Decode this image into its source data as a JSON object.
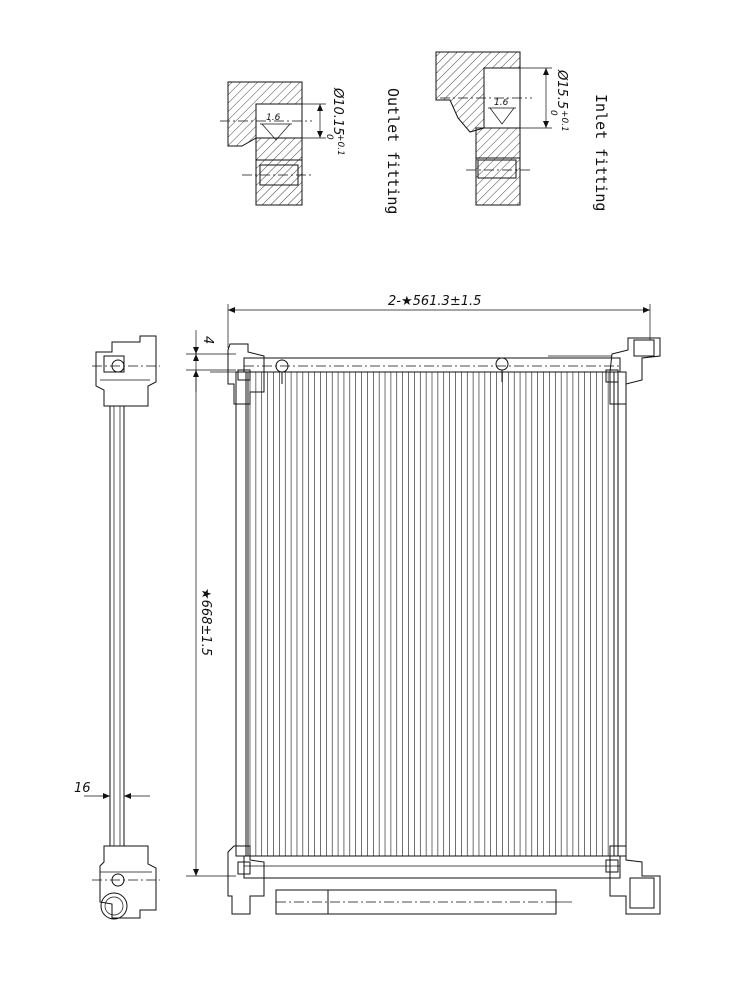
{
  "details": {
    "outlet": {
      "label": "Outlet fitting",
      "diameter": "Ø10.15",
      "tol_plus": "+0.1",
      "tol_minus": "0",
      "roughness": "1.6"
    },
    "inlet": {
      "label": "Inlet fitting",
      "diameter": "Ø15.5",
      "tol_plus": "+0.1",
      "tol_minus": "0",
      "roughness": "1.6"
    }
  },
  "dimensions": {
    "width": "2-★561.3±1.5",
    "height": "★668±1.5",
    "offset_top": "4",
    "depth": "16"
  },
  "core": {
    "tube_count": 62
  }
}
